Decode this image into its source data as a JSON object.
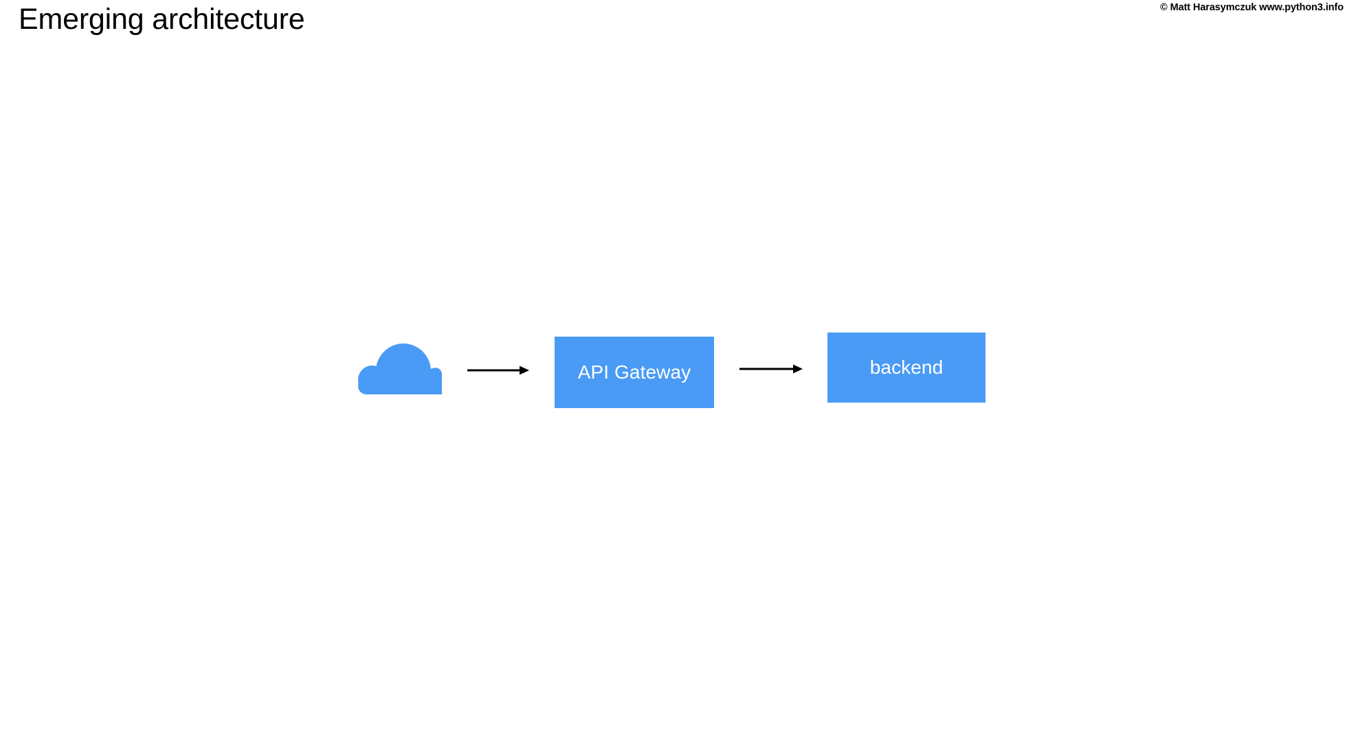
{
  "slide": {
    "title": "Emerging architecture",
    "copyright": "© Matt Harasymczuk www.python3.info",
    "background_color": "#ffffff",
    "title_color": "#000000"
  },
  "theme": {
    "node_fill": "#4a9bf5",
    "node_text_color": "#ffffff",
    "arrow_color": "#000000"
  },
  "diagram": {
    "type": "flow",
    "orientation": "left-to-right",
    "nodes": [
      {
        "id": "cloud",
        "label": "",
        "shape": "cloud",
        "icon": "cloud-icon",
        "fill": "#4a9bf5"
      },
      {
        "id": "api-gateway",
        "label": "API Gateway",
        "shape": "rectangle",
        "fill": "#4a9bf5"
      },
      {
        "id": "backend",
        "label": "backend",
        "shape": "rectangle",
        "fill": "#4a9bf5"
      }
    ],
    "edges": [
      {
        "id": "cloud-to-gateway",
        "from": "cloud",
        "to": "api-gateway",
        "label": "",
        "style": "solid",
        "arrowhead": "filled-triangle"
      },
      {
        "id": "gateway-to-backend",
        "from": "api-gateway",
        "to": "backend",
        "label": "",
        "style": "solid",
        "arrowhead": "filled-triangle"
      }
    ]
  }
}
